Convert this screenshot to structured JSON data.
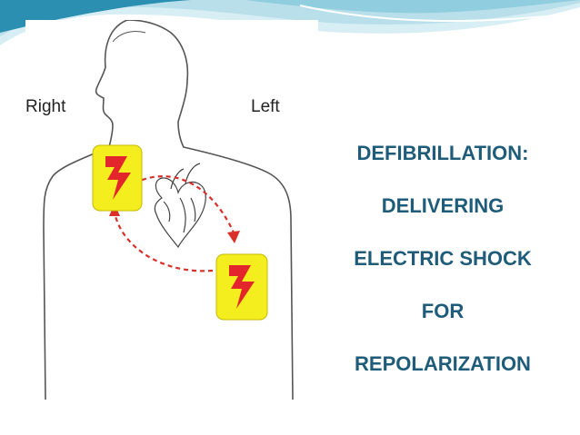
{
  "illustration": {
    "label_right": "Right",
    "label_left": "Left",
    "icons": [
      "human-torso-outline",
      "heart-icon",
      "electrode-pad-icon",
      "lightning-bolt-icon",
      "dashed-arrow-icon"
    ]
  },
  "title": {
    "lines": [
      "DEFIBRILLATION:",
      "DELIVERING",
      "ELECTRIC SHOCK",
      "FOR",
      "REPOLARIZATION"
    ]
  },
  "colors": {
    "title_text": "#1f5c7a",
    "wave_dark": "#2a8fb0",
    "wave_light": "#b9e0ea",
    "pad_fill": "#f5ee1e",
    "bolt_fill": "#e3262b",
    "arrow": "#d9302a"
  }
}
